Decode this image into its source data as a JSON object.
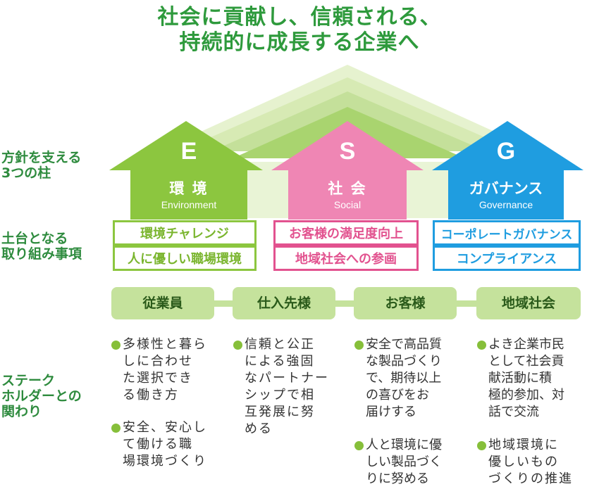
{
  "headline": {
    "line1": "社会に貢献し、信頼される、",
    "line2": "持続的に成長する企業へ"
  },
  "side_labels": {
    "pillars": "方針を支える\n3つの柱",
    "foundations": "土台となる\n取り組み事項",
    "stakeholders": "ステーク\nホルダーとの\n関わり"
  },
  "colors": {
    "green": "#8cc63f",
    "pink": "#ef86b4",
    "blue": "#1f9de0",
    "heading_green": "#2e9a3c"
  },
  "pillars": [
    {
      "letter": "E",
      "name": "環 境",
      "english": "Environment",
      "color": "#8cc63f",
      "items": [
        "環境チャレンジ",
        "人に優しい職場環境"
      ],
      "item_color": "#8cc63f"
    },
    {
      "letter": "S",
      "name": "社 会",
      "english": "Social",
      "color": "#ef86b4",
      "items": [
        "お客様の満足度向上",
        "地域社会への参画"
      ],
      "item_color": "#e2528f"
    },
    {
      "letter": "G",
      "name": "ガバナンス",
      "english": "Governance",
      "color": "#1f9de0",
      "items": [
        "コーポレートガバナンス",
        "コンプライアンス"
      ],
      "item_color": "#1f9de0"
    }
  ],
  "stakeholders": [
    {
      "name": "従業員",
      "bullets": [
        "多様性と暮ら\nしに合わせ\nた選択でき\nる働き方",
        "安全、安心し\nて働ける職\n場環境づくり"
      ]
    },
    {
      "name": "仕入先様",
      "bullets": [
        "信頼と公正\nによる強固\nなパートナー\nシップで相\n互発展に努\nめる"
      ]
    },
    {
      "name": "お客様",
      "bullets": [
        "安全で高品質\nな製品づくり\nで、期待以上\nの喜びをお\n届けする",
        "人と環境に優\nしい製品づく\nりに努める"
      ]
    },
    {
      "name": "地域社会",
      "bullets": [
        "よき企業市民\nとして社会貢\n献活動に積\n極的参加、対\n話で交流",
        "地域環境に\n優しいもの\nづくりの推進"
      ]
    }
  ]
}
